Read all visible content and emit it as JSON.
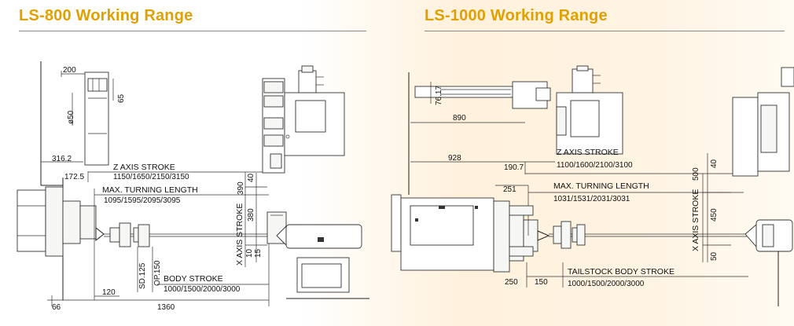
{
  "colors": {
    "title": "#e0a000",
    "line": "#222222"
  },
  "ls800": {
    "title": "LS-800 Working Range",
    "labels": {
      "d200": "200",
      "d65": "65",
      "d50": "ø50",
      "d316": "316.2",
      "d172": "172.5",
      "zstroke": "Z AXIS STROKE",
      "zvals": "1150/1650/2150/3150",
      "maxturn": "MAX. TURNING LENGTH",
      "maxvals": "1095/1595/2095/3095",
      "xstroke": "X AXIS STROKE",
      "d390": "390",
      "d40": "40",
      "d380": "380",
      "d10": "10",
      "d15": "15",
      "sd": "SD.125",
      "op": "OP.150",
      "body": "BODY STROKE",
      "bodyvals": "1000/1500/2000/3000",
      "d120": "120",
      "d66": "66",
      "d1360": "1360"
    }
  },
  "ls1000": {
    "title": "LS-1000 Working Range",
    "labels": {
      "d7617": "76.17",
      "d890": "890",
      "d928": "928",
      "d190": "190.7",
      "d251": "251",
      "zstroke": "Z AXIS STROKE",
      "zvals": "1100/1600/2100/3100",
      "maxturn": "MAX. TURNING LENGTH",
      "maxvals": "1031/1531/2031/3031",
      "xstroke": "X AXIS STROKE",
      "d500": "500",
      "d40": "40",
      "d450": "450",
      "d50": "50",
      "tail": "TAILSTOCK BODY STROKE",
      "tailvals": "1000/1500/2000/3000",
      "d250": "250",
      "d150": "150"
    }
  }
}
